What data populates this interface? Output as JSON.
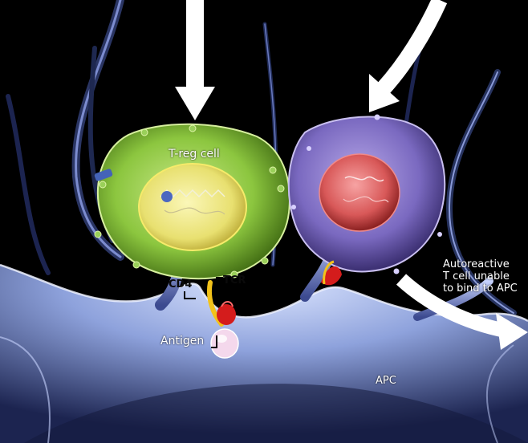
{
  "labels": {
    "treg_cell": "T-reg cell",
    "cd4": "CD4",
    "tcr": "TCR",
    "antigen": "Antigen",
    "apc": "APC",
    "autoreactive_line1": "Autoreactive",
    "autoreactive_line2": "T cell unable",
    "autoreactive_line3": "to bind to APC"
  },
  "colors": {
    "background": "#000000",
    "treg_cell": "#8cc63f",
    "treg_nucleus": "#e8e070",
    "autoreactive_cell": "#8878c8",
    "autoreactive_nucleus": "#d85858",
    "apc": "#a8b8e8",
    "arrow": "#ffffff",
    "tcr_red": "#d41c1c",
    "cd4_yellow": "#f2c21a",
    "antigen": "#f4d8ec"
  }
}
